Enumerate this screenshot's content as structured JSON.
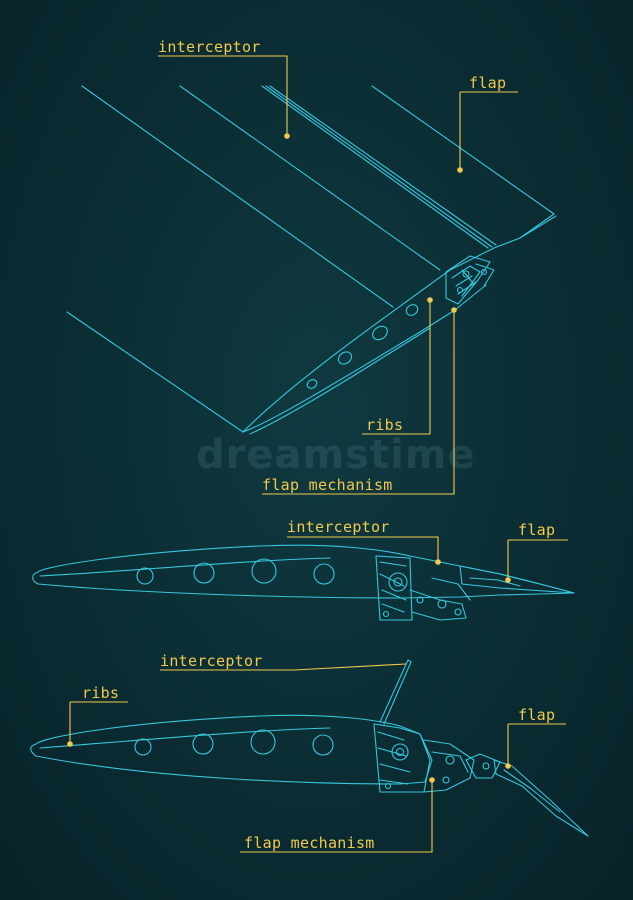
{
  "watermark": "dreamstime",
  "colors": {
    "background": "#0b2c33",
    "drawing": "#35c6dc",
    "callout": "#f2c94c"
  },
  "view_perspective": {
    "labels": {
      "interceptor": "interceptor",
      "flap": "flap",
      "ribs": "ribs",
      "flap_mechanism": "flap mechanism"
    }
  },
  "view_retracted": {
    "labels": {
      "interceptor": "interceptor",
      "flap": "flap"
    }
  },
  "view_extended": {
    "labels": {
      "interceptor": "interceptor",
      "ribs": "ribs",
      "flap": "flap",
      "flap_mechanism": "flap mechanism"
    }
  }
}
